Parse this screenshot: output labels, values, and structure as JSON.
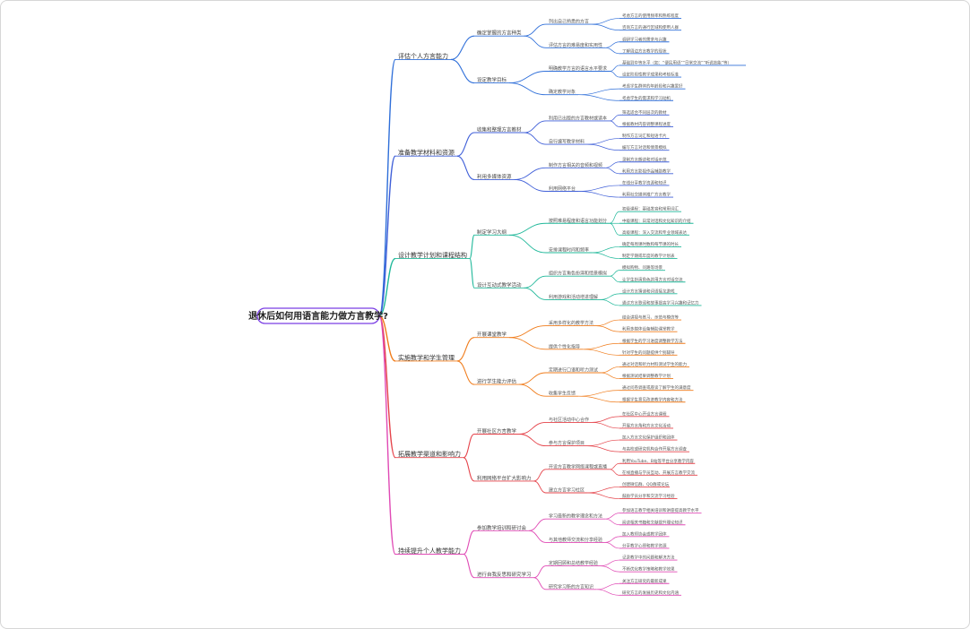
{
  "mindmap": {
    "root": "退休后如何用语言能力做方言教学?",
    "colors": [
      "#7b3fe4",
      "#2f6fd9",
      "#3f5fd8",
      "#20b89a",
      "#f07c1b",
      "#e5434a",
      "#e04ab5"
    ],
    "branches": [
      {
        "label": "评估个人方言能力",
        "children": [
          {
            "label": "确定掌握的方言种类",
            "children": [
              {
                "label": "列出自己熟悉的方言",
                "children": [
                  "考虑方言的使用频率和熟练程度",
                  "咨询方言的通行区域和使用人群"
                ]
              },
              {
                "label": "评估方言的难易度和实用性",
                "children": [
                  "调研学习者的需求与兴趣",
                  "了解周边方言教学的现状"
                ]
              }
            ]
          },
          {
            "label": "设定教学目标",
            "children": [
              {
                "label": "明确教学方言的语言水平要求",
                "children": [
                  "基础到中等水平（如：“便民用语”“日常交流”“听说技能”等）",
                  "设定阶段性教学成果和考核标准"
                ]
              },
              {
                "label": "确定教学对象",
                "children": [
                  "考虑学生群体的年龄段和兴趣爱好",
                  "考虑学生的需求和学习动机"
                ]
              }
            ]
          }
        ]
      },
      {
        "label": "准备教学材料和资源",
        "children": [
          {
            "label": "收集和整理方言教材",
            "children": [
              {
                "label": "利用已出版的方言教材或读本",
                "children": [
                  "筛选适合不同层次的教材",
                  "根据教材内容调整课程进度"
                ]
              },
              {
                "label": "自行编写教学材料",
                "children": [
                  "制作方言词汇和短语卡片",
                  "编写方言对话和情景模拟"
                ]
              }
            ]
          },
          {
            "label": "利用多媒体资源",
            "children": [
              {
                "label": "制作方言相关的音频和视频",
                "children": [
                  "录制方言朗读和对话示范",
                  "利用方言影视作品辅助教学"
                ]
              },
              {
                "label": "利用网络平台",
                "children": [
                  "在线分享教学资源和知识",
                  "利用社交媒体推广方言教学"
                ]
              }
            ]
          }
        ]
      },
      {
        "label": "设计教学计划和课程结构",
        "children": [
          {
            "label": "制定学习大纲",
            "children": [
              {
                "label": "按照难易程度和语言功能划分",
                "children": [
                  "初级课程：基础发音和常用词汇",
                  "中级课程：日常对话和文化知识的介绍",
                  "高级课程：深入交流和专业领域表达"
                ]
              },
              {
                "label": "安排课程时间和频率",
                "children": [
                  "确定每周课时数和每节课的时长",
                  "制定学期或年度的教学计划表"
                ]
              }
            ]
          },
          {
            "label": "设计互动式教学活动",
            "children": [
              {
                "label": "组织方言角色扮演和情景模拟",
                "children": [
                  "模拟购物、问路等场景",
                  "让学生扮演角色并用方言对话交流"
                ]
              },
              {
                "label": "利用游戏和活动增进理解",
                "children": [
                  "设计方言猜谜和词语接龙游戏",
                  "通过方言歌谣和故事提高学习兴趣和记忆力"
                ]
              }
            ]
          }
        ]
      },
      {
        "label": "实施教学和学生管理",
        "children": [
          {
            "label": "开展课堂教学",
            "children": [
              {
                "label": "采用多样化的教学方法",
                "children": [
                  "结合讲授与练习、示范与模仿等",
                  "利用多媒体设备辅助课堂教学"
                ]
              },
              {
                "label": "提供个性化指导",
                "children": [
                  "根据学生的学习进度调整教学方法",
                  "针对学生的问题提供个别辅导"
                ]
              }
            ]
          },
          {
            "label": "进行学生能力评估",
            "children": [
              {
                "label": "定期进行口语和听力测试",
                "children": [
                  "通过对话和听力材料测试学生的能力",
                  "根据测试结果调整教学计划"
                ]
              },
              {
                "label": "收集学生反馈",
                "children": [
                  "通过问卷调查或座谈了解学生的满意度",
                  "根据学生意见改进教学内容和方法"
                ]
              }
            ]
          }
        ]
      },
      {
        "label": "拓展教学渠道和影响力",
        "children": [
          {
            "label": "开展社区方言教学",
            "children": [
              {
                "label": "与社区活动中心合作",
                "children": [
                  "在社区中心开设方言课程",
                  "开展方言角和方言文化活动"
                ]
              },
              {
                "label": "参与方言保护项目",
                "children": [
                  "加入方言文化保护组织和团体",
                  "与高校或研究机构合作开展方言调查"
                ]
              }
            ]
          },
          {
            "label": "利用网络平台扩大影响力",
            "children": [
              {
                "label": "开设方言教学网络课程或直播",
                "children": [
                  "利用YouTube、B站等平台分享教学内容",
                  "在线直播与学员互动、开展方言教学交流"
                ]
              },
              {
                "label": "建立方言学习社区",
                "children": [
                  "创建微信群、QQ群或论坛",
                  "鼓励学员分享和交流学习经验"
                ]
              }
            ]
          }
        ]
      },
      {
        "label": "持续提升个人教学能力",
        "children": [
          {
            "label": "参加教学培训和研讨会",
            "children": [
              {
                "label": "学习最新的教学理念和方法",
                "children": [
                  "参加语言教学相关培训和讲座提高教学水平",
                  "阅读相关书籍和文献提升理论知识"
                ]
              },
              {
                "label": "与其他教师交流和分享经验",
                "children": [
                  "加入教师协会或教学团体",
                  "分享教学心得和教学资源"
                ]
              }
            ]
          },
          {
            "label": "进行自我反思和研究学习",
            "children": [
              {
                "label": "定期回顾和总结教学经验",
                "children": [
                  "记录教学中的问题和解决方法",
                  "不断优化教学策略和教学效果"
                ]
              },
              {
                "label": "研究学习新的方言知识",
                "children": [
                  "关注方言研究的最新成果",
                  "研究方言的发展历史和文化内涵"
                ]
              }
            ]
          }
        ]
      }
    ]
  }
}
